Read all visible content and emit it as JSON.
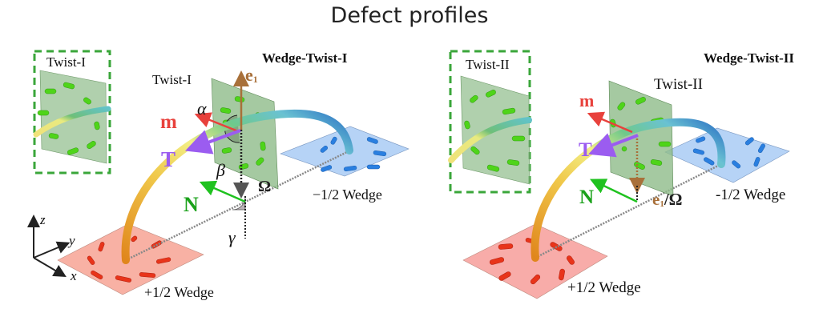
{
  "title": "Defect profiles",
  "panels": [
    {
      "name": "Wedge-Twist-I",
      "heading": "Wedge-Twist-I",
      "inset_label": "Twist-I",
      "plane_label": "Twist-I",
      "vectors": {
        "e1": "e",
        "e1_sub": "1",
        "m": "m",
        "T": "T",
        "N": "N",
        "Omega": "Ω"
      },
      "angles": {
        "alpha": "α",
        "beta": "β",
        "gamma": "γ"
      },
      "plus_wedge": "+1/2 Wedge",
      "minus_wedge": "−1/2 Wedge",
      "axes": {
        "x": "x",
        "y": "y",
        "z": "z"
      }
    },
    {
      "name": "Wedge-Twist-II",
      "heading": "Wedge-Twist-II",
      "inset_label": "Twist-II",
      "plane_label": "Twist-II",
      "vectors": {
        "e1": "e",
        "e1_sub": "1",
        "e1_suffix": "/Ω",
        "m": "m",
        "T": "T",
        "N": "N"
      },
      "plus_wedge": "+1/2 Wedge",
      "minus_wedge": "-1/2 Wedge"
    }
  ],
  "colors": {
    "m": "#e8413c",
    "T": "#9b5cf0",
    "N": "#1aa11a",
    "e1": "#a8703a",
    "twist_plane": "#8fbc8a",
    "plus_plane": "#f7a99a",
    "minus_plane": "#a9cbf5",
    "inset_border": "#3aa63a",
    "green_rod": "#4fd41a",
    "red_rod": "#e8341a",
    "blue_rod": "#2a7fe0"
  }
}
